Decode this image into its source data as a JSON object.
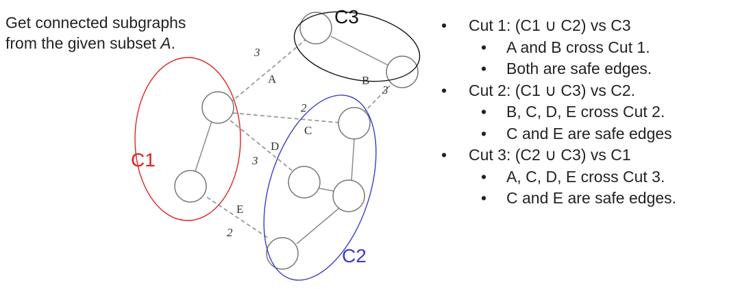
{
  "intro": {
    "line1": "Get connected subgraphs",
    "line2_prefix": "from the given subset ",
    "line2_var": "A",
    "line2_suffix": "."
  },
  "diagram": {
    "clusters": [
      {
        "id": "C1",
        "label": "C1",
        "color": "#e02020"
      },
      {
        "id": "C2",
        "label": "C2",
        "color": "#3a3acc"
      },
      {
        "id": "C3",
        "label": "C3",
        "color": "#111111"
      }
    ],
    "edges": [
      {
        "letter": "A",
        "weight": "3"
      },
      {
        "letter": "B",
        "weight": "3"
      },
      {
        "letter": "C",
        "weight": "2"
      },
      {
        "letter": "D",
        "weight": "3"
      },
      {
        "letter": "E",
        "weight": "2"
      }
    ]
  },
  "cuts": [
    {
      "title": "Cut 1: (C1 ∪ C2) vs C3",
      "items": [
        "A and B cross Cut 1.",
        "Both are safe edges."
      ]
    },
    {
      "title": "Cut 2: (C1 ∪ C3) vs C2.",
      "items": [
        "B, C, D, E cross Cut 2.",
        "C and E are safe edges"
      ]
    },
    {
      "title": "Cut 3: (C2 ∪ C3) vs C1",
      "items": [
        "A, C, D, E cross Cut 3.",
        "C and E are safe edges."
      ]
    }
  ]
}
